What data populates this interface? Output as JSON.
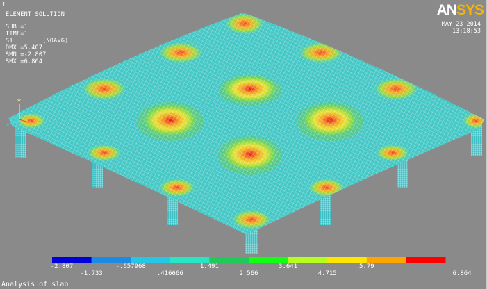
{
  "window": {
    "number": "1"
  },
  "info": {
    "lines": [
      "ELEMENT SOLUTION",
      "",
      "SUB =1",
      "TIME=1",
      "S1        (NOAVG)",
      "DMX =5.407",
      "SMN =-2.807",
      "SMX =6.864"
    ]
  },
  "logo": {
    "prefix": "AN",
    "suffix": "SYS"
  },
  "date": {
    "line1": "MAY 23 2014",
    "line2": "13:18:53"
  },
  "legend": {
    "colors": [
      "#0000d8",
      "#1b8ce6",
      "#23c8e6",
      "#26e6c8",
      "#22c85a",
      "#11ff11",
      "#b4ff1e",
      "#ffe600",
      "#ffa500",
      "#ff0000"
    ],
    "labels_top": [
      "-2.807",
      "-.657968",
      "1.491",
      "3.641",
      "5.79"
    ],
    "labels_bottom": [
      "-1.733",
      ".416666",
      "2.566",
      "4.715",
      "6.864"
    ]
  },
  "footer": {
    "title": "Analysis of slab"
  }
}
